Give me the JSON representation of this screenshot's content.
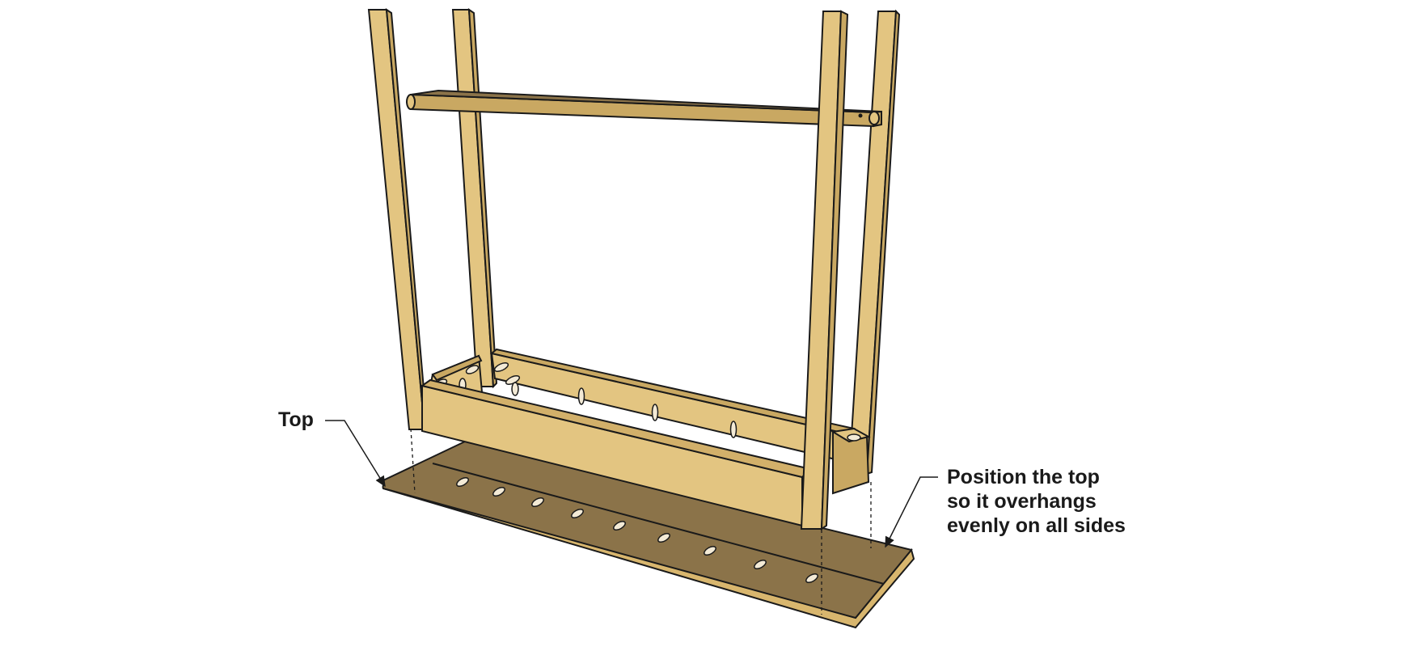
{
  "labels": {
    "top": "Top",
    "instruction_lines": [
      "Position the top",
      "so it overhangs",
      "evenly on all sides"
    ]
  },
  "colors": {
    "wood_light": "#e3c581",
    "wood_mid": "#c9a862",
    "wood_dark": "#8a7146",
    "board_top": "#8b7349",
    "board_edge": "#d8b66e",
    "outline": "#1a1a1a",
    "background": "#ffffff"
  }
}
